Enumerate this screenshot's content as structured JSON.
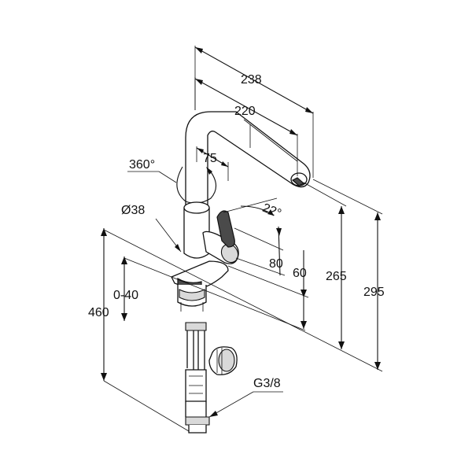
{
  "dimensions": {
    "width_238": "238",
    "width_220": "220",
    "rotation": "360°",
    "spout_75": "75",
    "lever_angle": "22°",
    "diameter": "Ø38",
    "lever_80": "80",
    "lever_60": "60",
    "height_265": "265",
    "height_295": "295",
    "deck_range": "0-40",
    "total_460": "460",
    "thread": "G3/8"
  }
}
